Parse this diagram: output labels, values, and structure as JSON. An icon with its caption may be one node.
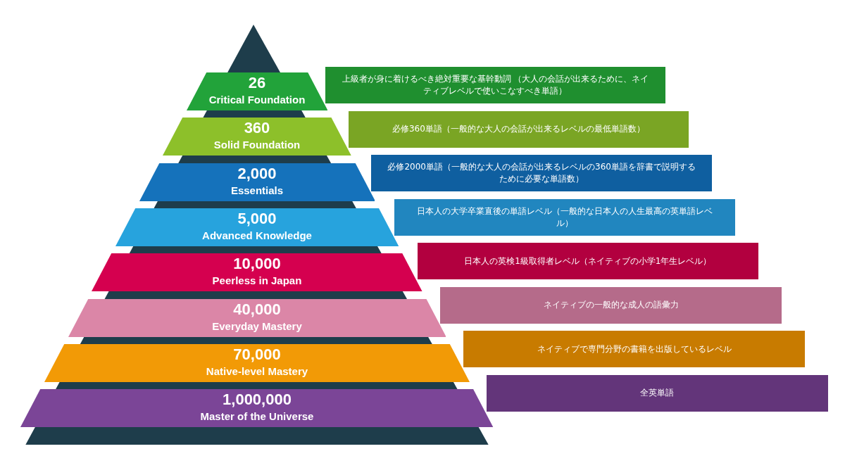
{
  "diagram": {
    "nodes": [
      {
        "text": [
          "26",
          "Critical Foundation"
        ]
      },
      {
        "text": [
          "上級者が身に着けるべき絶対重要な基幹動詞 （大人の会話が出来るために、ネイティブレベルで使いこなすべき単語）"
        ]
      },
      {
        "text": [
          "360",
          "Solid Foundation"
        ]
      },
      {
        "text": [
          "必修360単語（一般的な大人の会話が出来るレベルの最低単語数）"
        ]
      },
      {
        "text": [
          "2,000",
          "Essentials"
        ]
      },
      {
        "text": [
          "必修2000単語（一般的な大人の会話が出来るレベルの360単語を辞書で説明するために必要な単語数）"
        ]
      },
      {
        "text": [
          "5,000",
          "Advanced Knowledge"
        ]
      },
      {
        "text": [
          "日本人の大学卒業直後の単語レベル（一般的な日本人の人生最高の英単語レベル）"
        ]
      },
      {
        "text": [
          "10,000",
          "Peerless in Japan"
        ]
      },
      {
        "text": [
          "日本人の英検1級取得者レベル（ネイティブの小学1年生レベル）"
        ]
      },
      {
        "text": [
          "40,000",
          "Everyday Mastery"
        ]
      },
      {
        "text": [
          "ネイティブの一般的な成人の語彙力"
        ]
      },
      {
        "text": [
          "70,000",
          "Native-level Mastery"
        ]
      },
      {
        "text": [
          "ネイティブで専門分野の書籍を出版しているレベル"
        ]
      },
      {
        "text": [
          "1,000,000",
          "Master of the Universe"
        ]
      },
      {
        "text": [
          "全英単語"
        ]
      }
    ]
  }
}
